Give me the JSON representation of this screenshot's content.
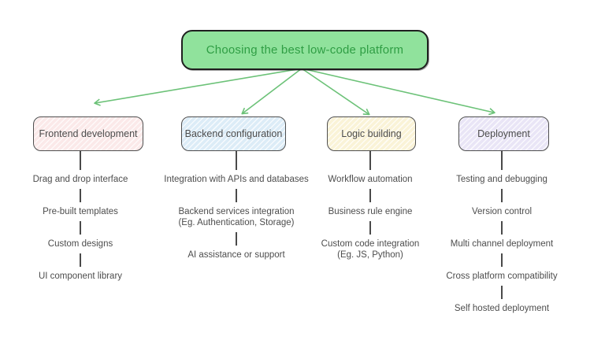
{
  "colors": {
    "background": "#ffffff",
    "root_fill": "#90e29c",
    "root_text": "#2f9e44",
    "root_border": "#1f1f1f",
    "arrow": "#6cc278",
    "branch_border": "#4f4f4f",
    "text": "#4d4d4d",
    "connector": "#4a4a4a",
    "branch1_fill": "#fbe9e9",
    "branch2_fill": "#dcecf7",
    "branch3_fill": "#faf3d7",
    "branch4_fill": "#e9e5f6"
  },
  "diagram": {
    "root": {
      "label": "Choosing the best low-code platform"
    },
    "branches": [
      {
        "label": "Frontend development",
        "items": [
          "Drag and drop interface",
          "Pre-built templates",
          "Custom designs",
          "UI component library"
        ]
      },
      {
        "label": "Backend configuration",
        "items": [
          "Integration with APIs and databases",
          "Backend services integration\n(Eg. Authentication, Storage)",
          "AI assistance or support"
        ]
      },
      {
        "label": "Logic building",
        "items": [
          "Workflow automation",
          "Business rule engine",
          "Custom code integration\n(Eg. JS, Python)"
        ]
      },
      {
        "label": "Deployment",
        "items": [
          "Testing and debugging",
          "Version control",
          "Multi channel deployment",
          "Cross platform compatibility",
          "Self hosted deployment"
        ]
      }
    ]
  }
}
